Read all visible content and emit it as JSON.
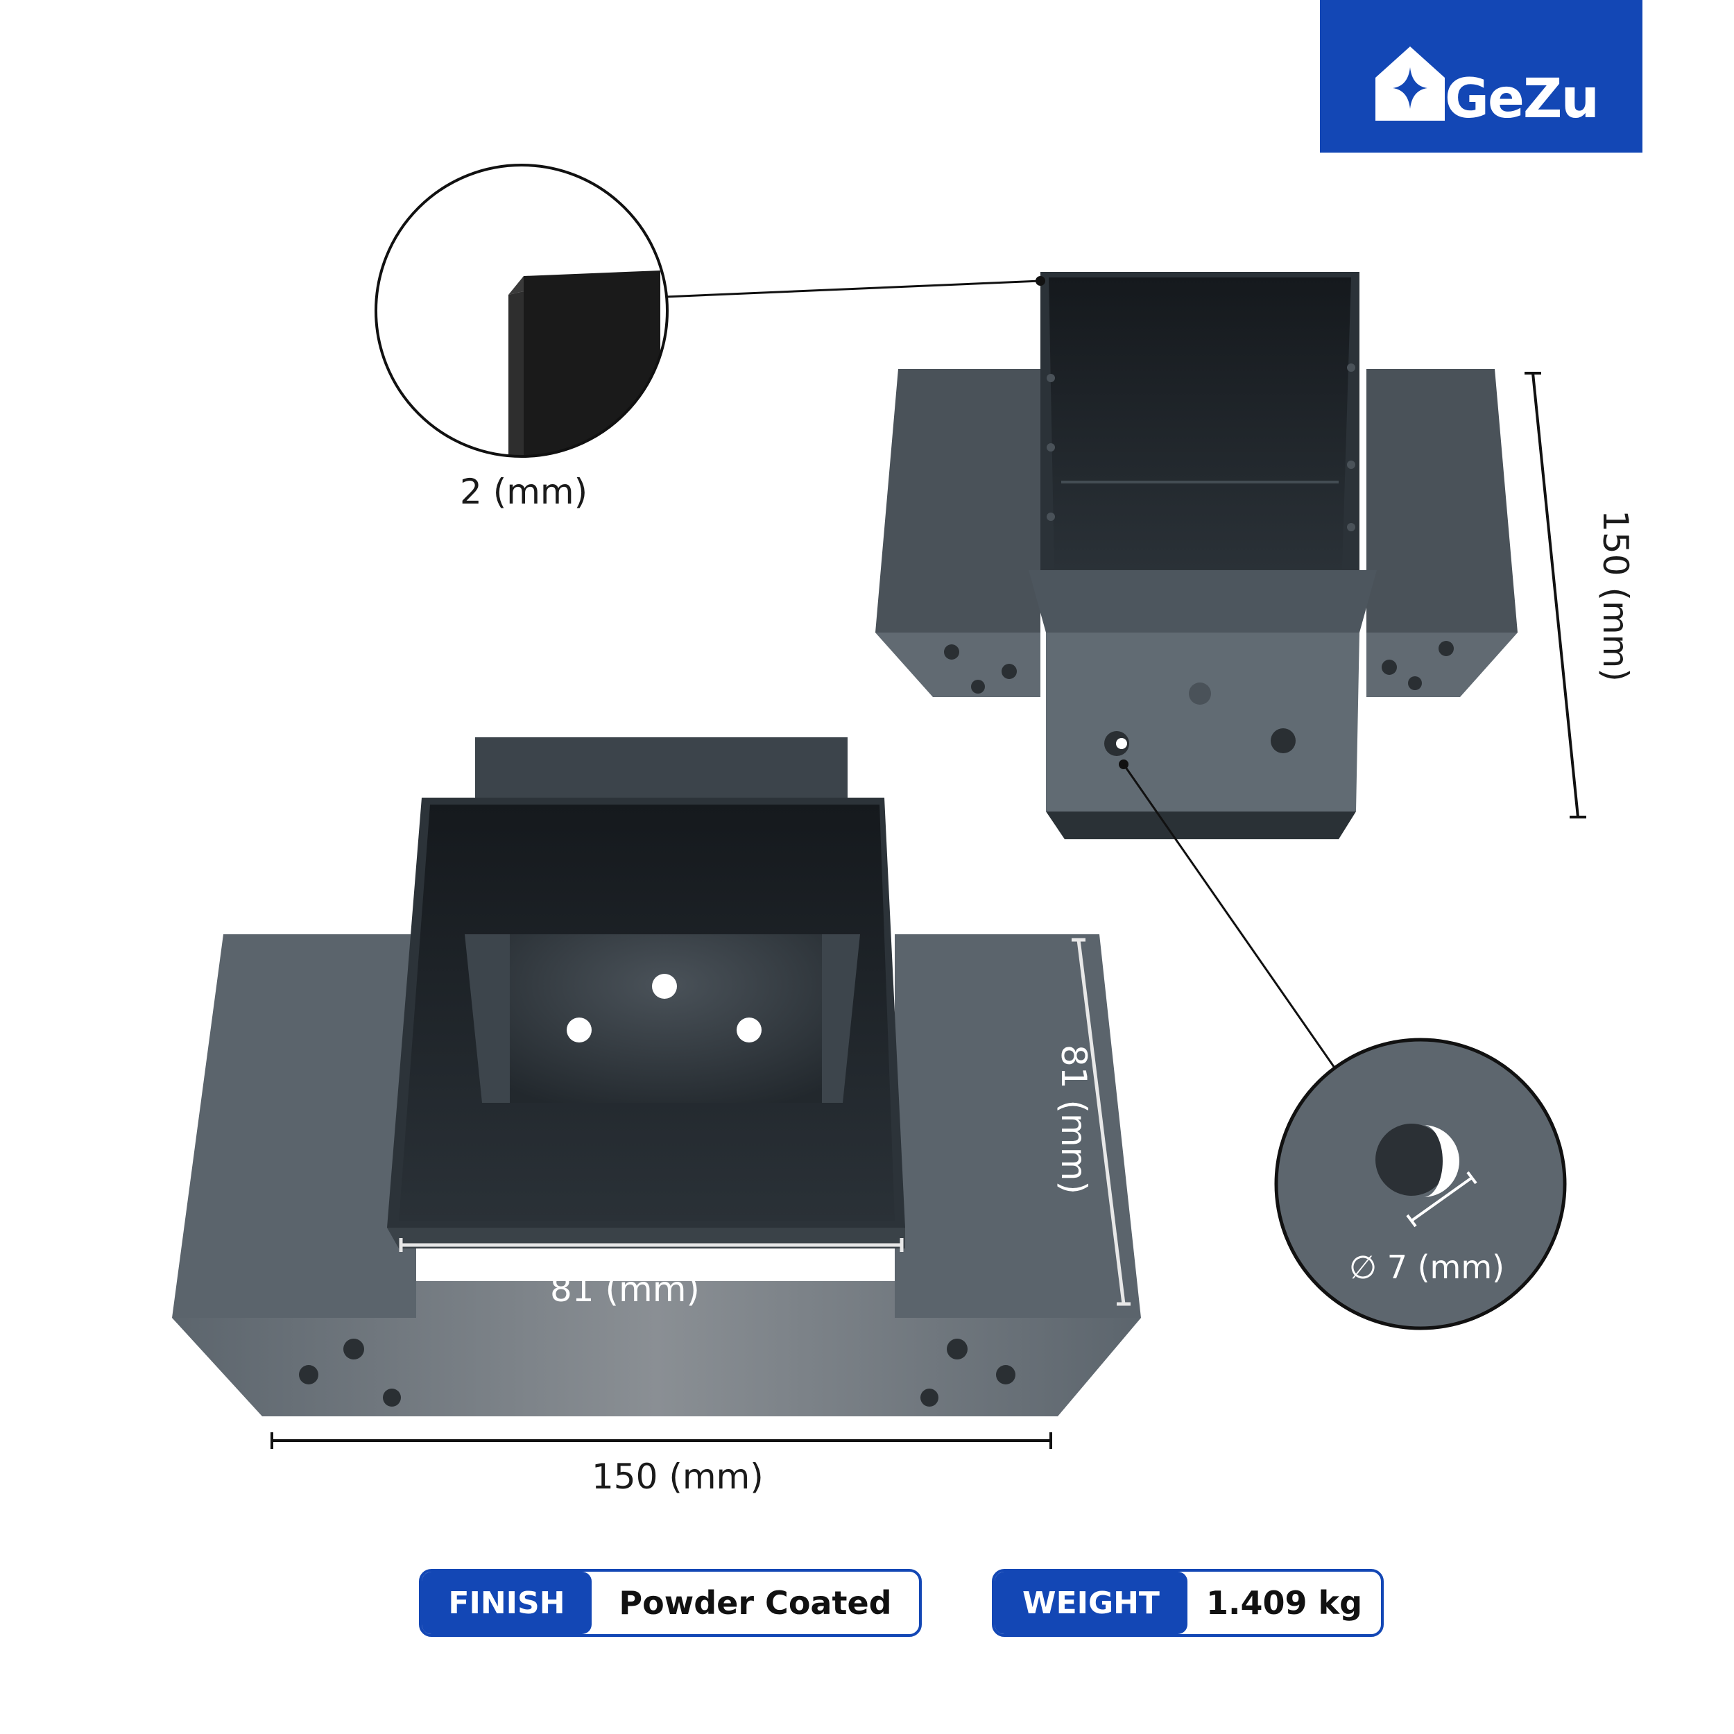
{
  "brand": {
    "name": "GeZu",
    "logo_icon": "house-sparkle-icon",
    "color": "#1347b5"
  },
  "product_color": "#5a646c",
  "dimensions": {
    "thickness": "2 (mm)",
    "height_right": "150 (mm)",
    "inner_width": "81 (mm)",
    "inner_depth": "81 (mm)",
    "outer_width": "150 (mm)",
    "hole_diameter": "∅ 7 (mm)"
  },
  "specs": {
    "finish_label": "FINISH",
    "finish_value": "Powder Coated",
    "weight_label": "WEIGHT",
    "weight_value": "1.409 kg"
  }
}
